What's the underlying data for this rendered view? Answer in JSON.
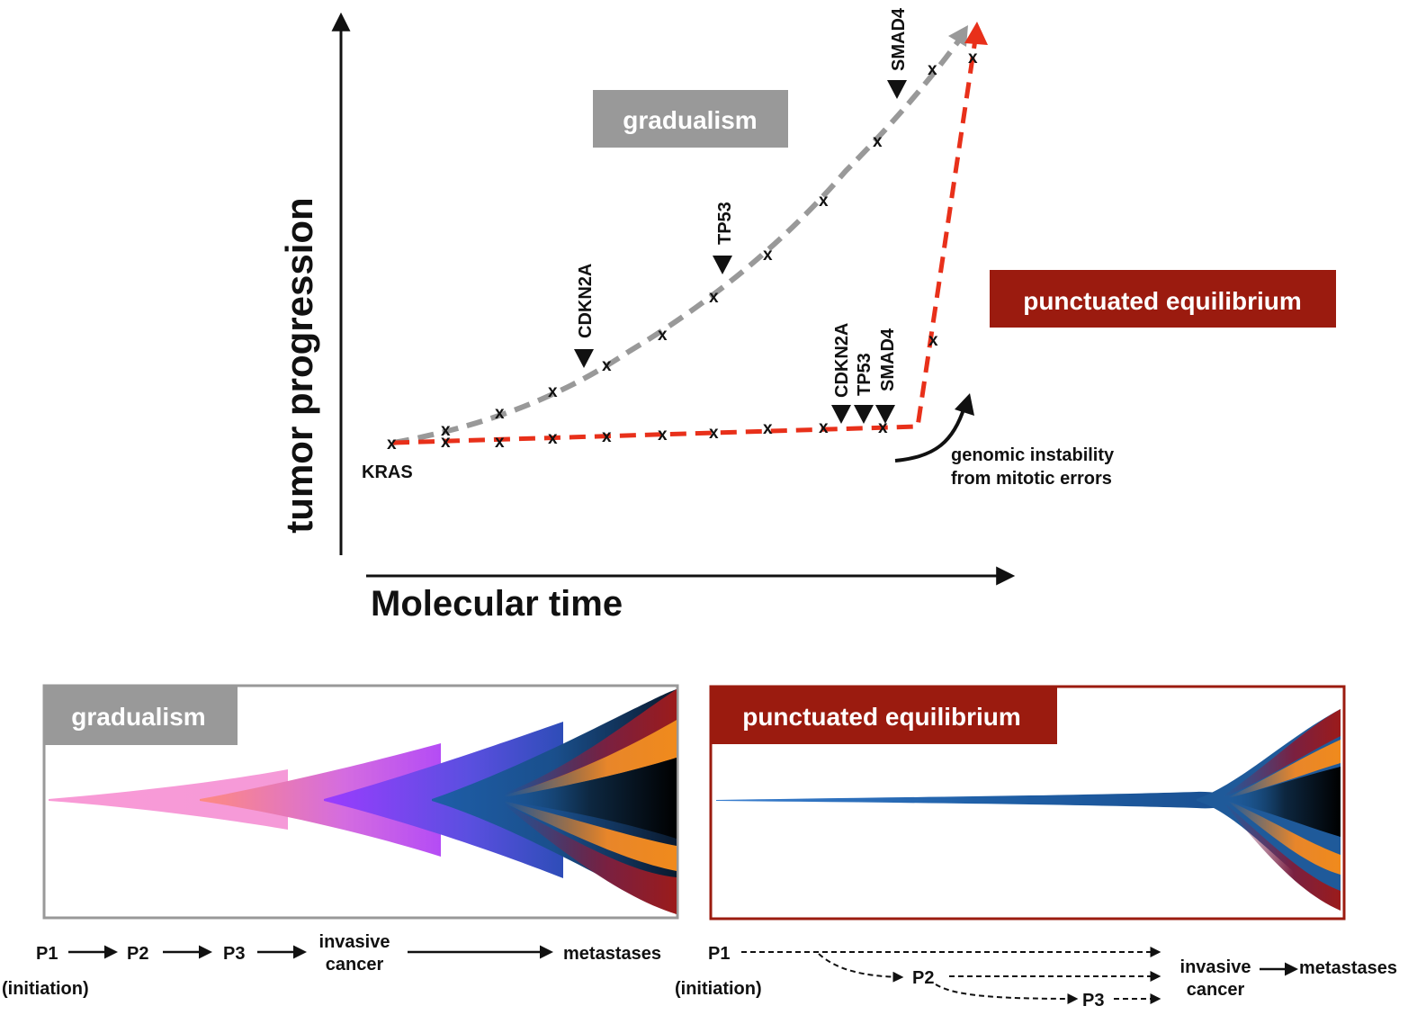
{
  "chart": {
    "y_axis_label": "tumor progression",
    "x_axis_label": "Molecular time",
    "badge_gradualism": "gradualism",
    "badge_punctuated": "punctuated equilibrium",
    "kras_label": "KRAS",
    "gradualism_genes": [
      "CDKN2A",
      "TP53",
      "SMAD4"
    ],
    "punctuated_genes": [
      "CDKN2A",
      "TP53",
      "SMAD4"
    ],
    "instability_note": [
      "genomic instability",
      "from mitotic errors"
    ],
    "mutation_marker": "x"
  },
  "colors": {
    "gradualism": "#999999",
    "punctuated": "#9b1b0f",
    "punctuated_line": "#e8301a",
    "axis": "#111111"
  },
  "panels": {
    "gradualism": {
      "title": "gradualism",
      "stages": [
        "P1",
        "P2",
        "P3",
        "invasive",
        "cancer",
        "metastases"
      ],
      "initiation": "(initiation)"
    },
    "punctuated": {
      "title": "punctuated equilibrium",
      "stages": [
        "P1",
        "P2",
        "P3",
        "invasive",
        "cancer",
        "metastases"
      ],
      "initiation": "(initiation)"
    }
  }
}
